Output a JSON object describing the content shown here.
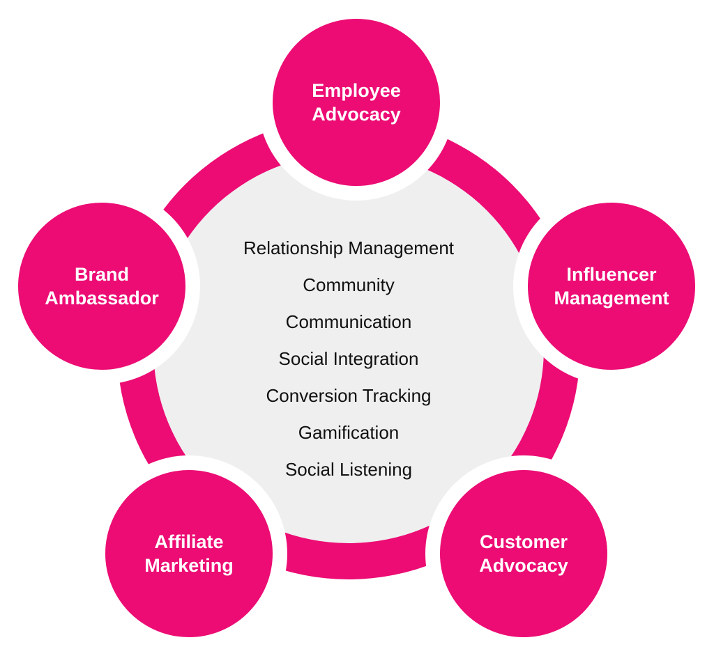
{
  "colors": {
    "accent": "#ec0c74",
    "hub": "#efeff0",
    "node_text": "#ffffff",
    "list_text": "#111111"
  },
  "center": {
    "items": [
      "Relationship Management",
      "Community",
      "Communication",
      "Social Integration",
      "Conversion Tracking",
      "Gamification",
      "Social Listening"
    ]
  },
  "nodes": [
    {
      "id": "employee-advocacy",
      "lines": [
        "Employee",
        "Advocacy"
      ]
    },
    {
      "id": "influencer-management",
      "lines": [
        "Influencer",
        "Management"
      ]
    },
    {
      "id": "customer-advocacy",
      "lines": [
        "Customer",
        "Advocacy"
      ]
    },
    {
      "id": "affiliate-marketing",
      "lines": [
        "Affiliate",
        "Marketing"
      ]
    },
    {
      "id": "brand-ambassador",
      "lines": [
        "Brand",
        "Ambassador"
      ]
    }
  ]
}
